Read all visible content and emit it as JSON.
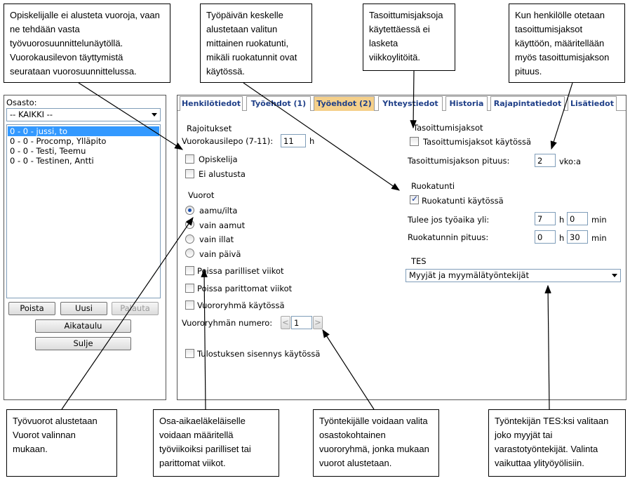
{
  "callouts": {
    "top1": "Opiskelijalle ei alusteta vuoroja, vaan ne tehdään vasta työvuorosuunnittelunäytöllä. Vuorokausilevon täyttymistä seurataan vuorosuunnittelussa.",
    "top2": "Työpäivän keskelle alustetaan valitun mittainen ruokatunti, mikäli ruokatunnit ovat käytössä.",
    "top3": "Tasoittumisjaksoja käytettäessä ei lasketa viikkoylitöitä.",
    "top4": "Kun henkilölle otetaan tasoittumisjaksot käyttöön, määritellään myös tasoittumisjakson pituus.",
    "bot1": "Työvuorot alustetaan Vuorot valinnan mukaan.",
    "bot2": "Osa-aikaeläkeläiselle voidaan määritellä työviikoiksi parilliset tai parittomat viikot.",
    "bot3": "Työntekijälle voidaan valita osastokohtainen vuororyhmä, jonka mukaan vuorot alustetaan.",
    "bot4": "Työntekijän TES:ksi valitaan joko myyjät tai varastotyöntekijät. Valinta vaikuttaa ylityöyölisiin."
  },
  "left": {
    "osasto_label": "Osasto:",
    "osasto_value": "-- KAIKKI --",
    "people": [
      "0 - 0 - jussi, to",
      "0 - 0 - Procomp, Ylläpito",
      "0 - 0 - Testi, Teemu",
      "0 - 0 - Testinen, Antti"
    ],
    "btn_poista": "Poista",
    "btn_uusi": "Uusi",
    "btn_palauta": "Palauta",
    "btn_aikataulu": "Aikataulu",
    "btn_sulje": "Sulje"
  },
  "tabs": [
    "Henkilötiedot",
    "Työehdot (1)",
    "Työehdot (2)",
    "Yhteystiedot",
    "Historia",
    "Rajapintatiedot",
    "Lisätiedot"
  ],
  "form": {
    "rajoitukset": "Rajoitukset",
    "vuorokausilepo_label": "Vuorokausilepo (7-11):",
    "vuorokausilepo_value": "11",
    "vuorokausilepo_unit": "h",
    "opiskelija": "Opiskelija",
    "ei_alustusta": "Ei alustusta",
    "vuorot": "Vuorot",
    "radio_aamu_ilta": "aamu/ilta",
    "radio_vain_aamut": "vain aamut",
    "radio_vain_illat": "vain illat",
    "radio_vain_paiva": "vain päivä",
    "parilliset": "Poissa parilliset viikot",
    "parittomat": "Poissa parittomat viikot",
    "vuororyhma_kaytossa": "Vuororyhmä käytössä",
    "vuororyhman_numero": "Vuororyhmän numero:",
    "vuororyhma_value": "1",
    "tulostuksen": "Tulostuksen sisennys käytössä",
    "tasoittumisjaksot": "Tasoittumisjaksot",
    "tasoitt_kaytossa": "Tasoittumisjaksot käytössä",
    "tasoitt_pituus_label": "Tasoittumisjakson pituus:",
    "tasoitt_pituus_value": "2",
    "tasoitt_unit": "vko:a",
    "ruokatunti": "Ruokatunti",
    "ruokatunti_kaytossa": "Ruokatunti käytössä",
    "tulee_jos_label": "Tulee jos työaika yli:",
    "tulee_h": "7",
    "tulee_min": "0",
    "ruoka_pituus_label": "Ruokatunnin pituus:",
    "ruoka_h": "0",
    "ruoka_min": "30",
    "unit_h": "h",
    "unit_min": "min",
    "tes": "TES",
    "tes_value": "Myyjät ja myymälätyöntekijät"
  },
  "colors": {
    "tab_active": "#f5d08a",
    "tab_text": "#1f3f88",
    "selection": "#3399ff"
  }
}
